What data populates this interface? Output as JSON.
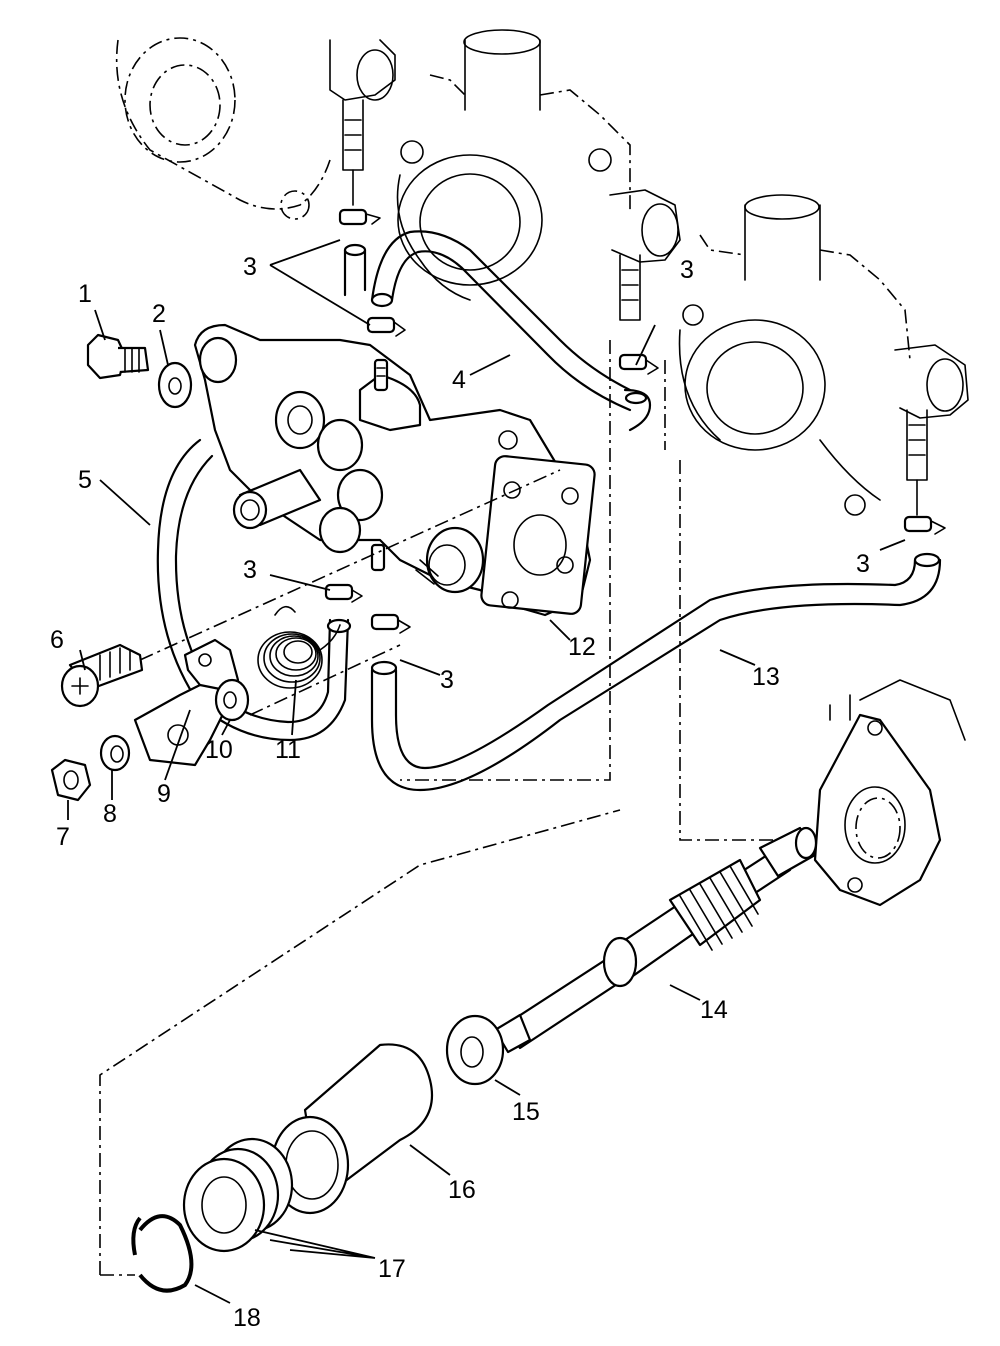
{
  "callouts": [
    {
      "id": "c1",
      "label": "1"
    },
    {
      "id": "c2",
      "label": "2"
    },
    {
      "id": "c3a",
      "label": "3"
    },
    {
      "id": "c3b",
      "label": "3"
    },
    {
      "id": "c3c",
      "label": "3"
    },
    {
      "id": "c3d",
      "label": "3"
    },
    {
      "id": "c3e",
      "label": "3"
    },
    {
      "id": "c4",
      "label": "4"
    },
    {
      "id": "c5",
      "label": "5"
    },
    {
      "id": "c6",
      "label": "6"
    },
    {
      "id": "c7",
      "label": "7"
    },
    {
      "id": "c8",
      "label": "8"
    },
    {
      "id": "c9",
      "label": "9"
    },
    {
      "id": "c10",
      "label": "10"
    },
    {
      "id": "c11",
      "label": "11"
    },
    {
      "id": "c12",
      "label": "12"
    },
    {
      "id": "c13",
      "label": "13"
    },
    {
      "id": "c14",
      "label": "14"
    },
    {
      "id": "c15",
      "label": "15"
    },
    {
      "id": "c16",
      "label": "16"
    },
    {
      "id": "c17",
      "label": "17"
    },
    {
      "id": "c18",
      "label": "18"
    }
  ]
}
